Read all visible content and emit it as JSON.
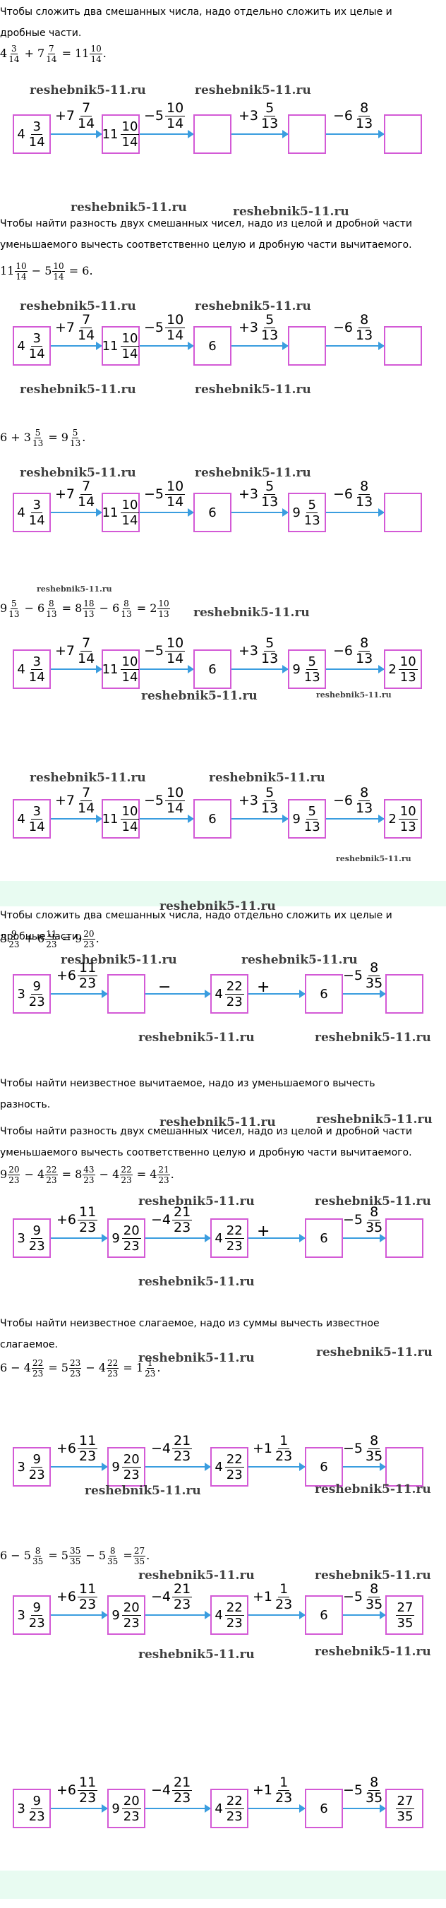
{
  "watermark": "reshebnik5-11.ru",
  "colors": {
    "box_border": "#d35ad6",
    "arrow": "#3a9ddf",
    "band": "#e8fbf1"
  },
  "part1": {
    "intro": "Чтобы сложить два смешанных числа, надо отдельно сложить их целые и дробные части.",
    "sum_rule": "Чтобы найти разность двух смешанных чисел, надо из целой и дробной части уменьшаемого вычесть соответственно целую и дробную части вычитаемого.",
    "eq1": {
      "w1": "4",
      "n1": "3",
      "d1": "14",
      "sep": "+ 7",
      "n2": "7",
      "d2": "14",
      "res_w": "= 11",
      "res_n": "10",
      "res_d": "14",
      "end": "."
    },
    "eq2": {
      "w1": "11",
      "n1": "10",
      "d1": "14",
      "sep": "− 5",
      "n2": "10",
      "d2": "14",
      "res": "= 6."
    },
    "eq3": {
      "pre": "6 + 3",
      "n1": "5",
      "d1": "13",
      "res_w": "= 9",
      "res_n": "5",
      "res_d": "13",
      "end": "."
    },
    "eq4": {
      "w1": "9",
      "n1": "5",
      "d1": "13",
      "s1": "− 6",
      "n2": "8",
      "d2": "13",
      "s2": "= 8",
      "n3": "18",
      "d3": "13",
      "s3": "− 6",
      "n4": "8",
      "d4": "13",
      "s4": "= 2",
      "n5": "10",
      "d5": "13"
    }
  },
  "chain1_ops": {
    "op1": {
      "sign": "+7",
      "n": "7",
      "d": "14"
    },
    "op2": {
      "sign": "−5",
      "n": "10",
      "d": "14"
    },
    "op3": {
      "sign": "+3",
      "n": "5",
      "d": "13"
    },
    "op4": {
      "sign": "−6",
      "n": "8",
      "d": "13"
    }
  },
  "chain1_values": {
    "b1": {
      "w": "4",
      "n": "3",
      "d": "14"
    },
    "b2": {
      "w": "11",
      "n": "10",
      "d": "14"
    },
    "b3": "6",
    "b4": {
      "w": "9",
      "n": "5",
      "d": "13"
    },
    "b5": {
      "w": "2",
      "n": "10",
      "d": "13"
    }
  },
  "part2": {
    "intro": "Чтобы сложить два смешанных числа, надо отдельно сложить их целые и дробные части.",
    "rule_sub": "Чтобы найти неизвестное вычитаемое, надо из уменьшаемого вычесть разность.",
    "rule_diff": "Чтобы найти разность двух смешанных чисел, надо из целой и дробной части уменьшаемого вычесть соответственно целую и дробную части вычитаемого.",
    "rule_add": "Чтобы найти неизвестное слагаемое, надо из суммы вычесть известное слагаемое.",
    "eq1": {
      "w1": "3",
      "n1": "9",
      "d1": "23",
      "sep": "+ 6",
      "n2": "11",
      "d2": "23",
      "res_w": "= 9",
      "res_n": "20",
      "res_d": "23",
      "end": "."
    },
    "eq2": {
      "n1": "20",
      "d1": "23",
      "s1": "− 4",
      "n2": "22",
      "d2": "23",
      "s2": "= 8",
      "n3": "43",
      "d3": "23",
      "s3": "− 4",
      "n4": "22",
      "d4": "23",
      "s4": "= 4",
      "n5": "21",
      "d5": "23",
      "end": "."
    },
    "eq3": {
      "pre": "6 − 4",
      "n1": "22",
      "d1": "23",
      "s1": "= 5",
      "n2": "23",
      "d2": "23",
      "s2": "− 4",
      "n3": "22",
      "d3": "23",
      "s3": "= 1",
      "n4": "1",
      "d4": "23",
      "end": "."
    },
    "eq4": {
      "pre": "6 − 5",
      "n1": "8",
      "d1": "35",
      "s1": "= 5",
      "n2": "35",
      "d2": "35",
      "s2": "− 5",
      "n3": "8",
      "d3": "35",
      "s3": "=",
      "n4": "27",
      "d4": "35",
      "end": "."
    }
  },
  "chain2_ops": {
    "op1": {
      "sign": "+6",
      "n": "11",
      "d": "23"
    },
    "op2_plain": "−",
    "op2": {
      "sign": "−4",
      "n": "21",
      "d": "23"
    },
    "op3_plain": "+",
    "op3": {
      "sign": "+1",
      "n": "1",
      "d": "23"
    },
    "op4": {
      "sign": "−5",
      "n": "8",
      "d": "35"
    }
  },
  "chain2_values": {
    "b1": {
      "w": "3",
      "n": "9",
      "d": "23"
    },
    "b2": {
      "w": "9",
      "n": "20",
      "d": "23"
    },
    "b3": {
      "w": "4",
      "n": "22",
      "d": "23"
    },
    "b4": "6",
    "b5": {
      "n": "27",
      "d": "35"
    }
  }
}
